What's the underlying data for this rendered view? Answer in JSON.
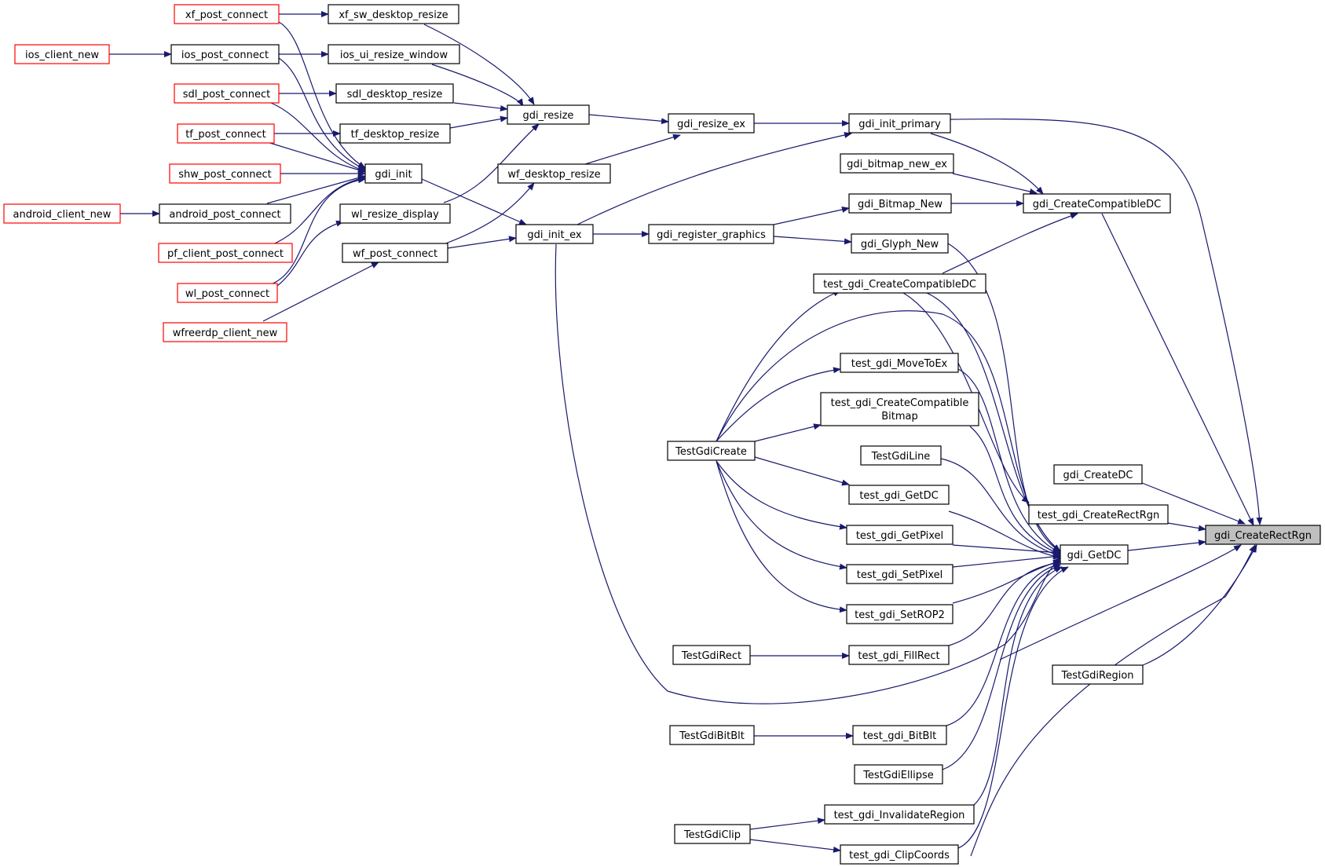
{
  "colors": {
    "edge": "#191970",
    "node_border": "#000000",
    "truncated_border": "#ff0000",
    "target_fill": "#bfbfbf"
  },
  "nodes": [
    {
      "id": "xf_post_connect",
      "label": "xf_post_connect",
      "truncated": true
    },
    {
      "id": "ios_client_new",
      "label": "ios_client_new",
      "truncated": true
    },
    {
      "id": "sdl_post_connect",
      "label": "sdl_post_connect",
      "truncated": true
    },
    {
      "id": "tf_post_connect",
      "label": "tf_post_connect",
      "truncated": true
    },
    {
      "id": "shw_post_connect",
      "label": "shw_post_connect",
      "truncated": true
    },
    {
      "id": "android_client_new",
      "label": "android_client_new",
      "truncated": true
    },
    {
      "id": "pf_client_post_connect",
      "label": "pf_client_post_connect",
      "truncated": true
    },
    {
      "id": "wl_post_connect",
      "label": "wl_post_connect",
      "truncated": true
    },
    {
      "id": "wfreerdp_client_new",
      "label": "wfreerdp_client_new",
      "truncated": true
    },
    {
      "id": "ios_post_connect",
      "label": "ios_post_connect"
    },
    {
      "id": "android_post_connect",
      "label": "android_post_connect"
    },
    {
      "id": "xf_sw_desktop_resize",
      "label": "xf_sw_desktop_resize"
    },
    {
      "id": "ios_ui_resize_window",
      "label": "ios_ui_resize_window"
    },
    {
      "id": "sdl_desktop_resize",
      "label": "sdl_desktop_resize"
    },
    {
      "id": "tf_desktop_resize",
      "label": "tf_desktop_resize"
    },
    {
      "id": "gdi_init",
      "label": "gdi_init"
    },
    {
      "id": "wl_resize_display",
      "label": "wl_resize_display"
    },
    {
      "id": "wf_post_connect",
      "label": "wf_post_connect"
    },
    {
      "id": "gdi_resize",
      "label": "gdi_resize"
    },
    {
      "id": "wf_desktop_resize",
      "label": "wf_desktop_resize"
    },
    {
      "id": "gdi_init_ex",
      "label": "gdi_init_ex"
    },
    {
      "id": "gdi_resize_ex",
      "label": "gdi_resize_ex"
    },
    {
      "id": "gdi_register_graphics",
      "label": "gdi_register_graphics"
    },
    {
      "id": "gdi_init_primary",
      "label": "gdi_init_primary"
    },
    {
      "id": "gdi_bitmap_new_ex",
      "label": "gdi_bitmap_new_ex"
    },
    {
      "id": "gdi_Bitmap_New",
      "label": "gdi_Bitmap_New"
    },
    {
      "id": "gdi_Glyph_New",
      "label": "gdi_Glyph_New"
    },
    {
      "id": "test_gdi_CreateCompatibleDC",
      "label": "test_gdi_CreateCompatibleDC"
    },
    {
      "id": "test_gdi_MoveToEx",
      "label": "test_gdi_MoveToEx"
    },
    {
      "id": "test_gdi_CreateCompatibleBitmap",
      "label": "test_gdi_CreateCompatible",
      "label2": "Bitmap"
    },
    {
      "id": "TestGdiCreate",
      "label": "TestGdiCreate"
    },
    {
      "id": "TestGdiLine",
      "label": "TestGdiLine"
    },
    {
      "id": "test_gdi_GetDC",
      "label": "test_gdi_GetDC"
    },
    {
      "id": "test_gdi_GetPixel",
      "label": "test_gdi_GetPixel"
    },
    {
      "id": "test_gdi_SetPixel",
      "label": "test_gdi_SetPixel"
    },
    {
      "id": "test_gdi_SetROP2",
      "label": "test_gdi_SetROP2"
    },
    {
      "id": "TestGdiRect",
      "label": "TestGdiRect"
    },
    {
      "id": "test_gdi_FillRect",
      "label": "test_gdi_FillRect"
    },
    {
      "id": "TestGdiBitBlt",
      "label": "TestGdiBitBlt"
    },
    {
      "id": "test_gdi_BitBlt",
      "label": "test_gdi_BitBlt"
    },
    {
      "id": "TestGdiEllipse",
      "label": "TestGdiEllipse"
    },
    {
      "id": "TestGdiClip",
      "label": "TestGdiClip"
    },
    {
      "id": "test_gdi_InvalidateRegion",
      "label": "test_gdi_InvalidateRegion"
    },
    {
      "id": "test_gdi_ClipCoords",
      "label": "test_gdi_ClipCoords"
    },
    {
      "id": "gdi_CreateCompatibleDC",
      "label": "gdi_CreateCompatibleDC"
    },
    {
      "id": "gdi_CreateDC",
      "label": "gdi_CreateDC"
    },
    {
      "id": "test_gdi_CreateRectRgn",
      "label": "test_gdi_CreateRectRgn"
    },
    {
      "id": "gdi_GetDC",
      "label": "gdi_GetDC"
    },
    {
      "id": "TestGdiRegion",
      "label": "TestGdiRegion"
    },
    {
      "id": "gdi_CreateRectRgn",
      "label": "gdi_CreateRectRgn",
      "target": true
    }
  ]
}
